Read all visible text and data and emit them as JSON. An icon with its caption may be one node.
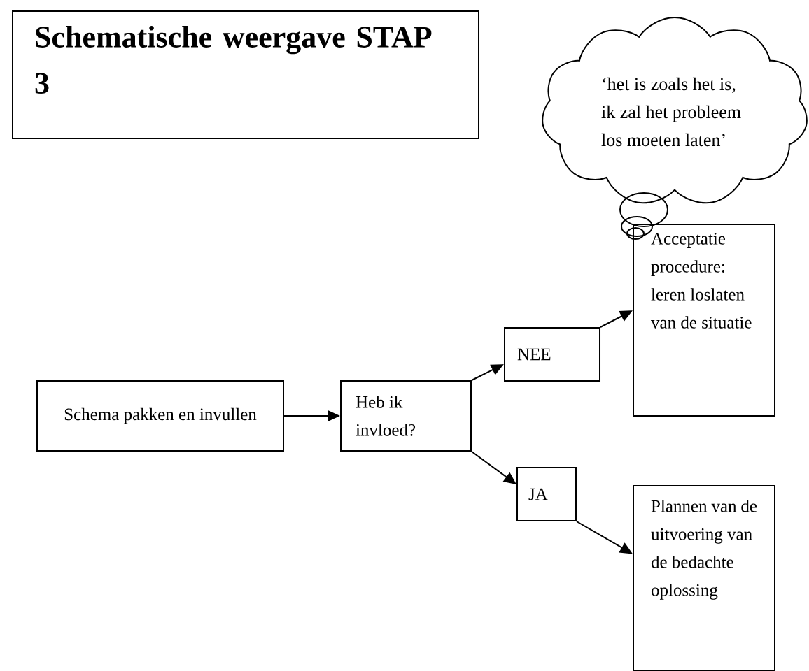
{
  "diagram": {
    "title": "Schematische weergave STAP 3",
    "nodes": [
      {
        "text": [
          "‘het is zoals het is, ik zal het probleem los moeten laten’"
        ]
      },
      {
        "text": [
          "Schema pakken en invullen"
        ]
      },
      {
        "text": [
          "Heb ik invloed?"
        ]
      },
      {
        "text": [
          "NEE"
        ]
      },
      {
        "text": [
          "JA"
        ]
      },
      {
        "text": [
          "Acceptatie procedure: leren loslaten van de situatie"
        ]
      },
      {
        "text": [
          "Plannen van de uitvoering van de bedachte oplossing"
        ]
      }
    ],
    "edges": [
      {
        "from": 1,
        "to": 2,
        "arrow": "to"
      },
      {
        "from": 2,
        "to": 3,
        "arrow": "to"
      },
      {
        "from": 3,
        "to": 5,
        "arrow": "to"
      },
      {
        "from": 2,
        "to": 4,
        "arrow": "to"
      },
      {
        "from": 4,
        "to": 6,
        "arrow": "to"
      }
    ]
  }
}
